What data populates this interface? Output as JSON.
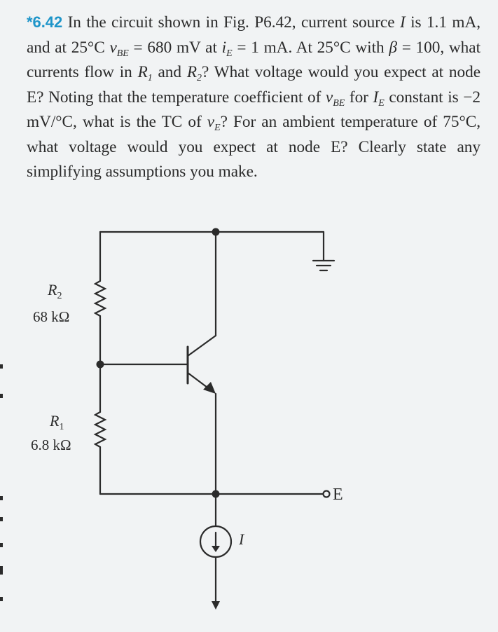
{
  "problem": {
    "number": "*6.42",
    "t1": " In the circuit shown in Fig. P6.42, current source ",
    "t2": " is 1.1 mA, and at 25°C ",
    "t3": " = 680 mV at ",
    "t4": " = 1 mA. At 25°C with ",
    "t5": " = 100, what currents flow in ",
    "t6": " and ",
    "t7": "? What voltage would you expect at node E? Noting that the temperature coefficient of ",
    "t8": " for ",
    "t9": " constant is −2 mV/°C, what is the TC of ",
    "t10": "? For an ambient temperature of 75°C, what voltage would you expect at node E? Clearly state any simplifying assumptions you make.",
    "sym_I": "I",
    "sym_v": "v",
    "sym_BE": "BE",
    "sym_i": "i",
    "sym_E": "E",
    "sym_beta": "β",
    "sym_R": "R",
    "sym_1": "1",
    "sym_2": "2"
  },
  "circuit": {
    "r2_symbol": "R",
    "r2_sub": "2",
    "r2_value": "68 kΩ",
    "r1_symbol": "R",
    "r1_sub": "1",
    "r1_value": "6.8 kΩ",
    "node_e_label": "E",
    "source_label": "I"
  },
  "colors": {
    "accent": "#1e95c9",
    "background": "#f1f3f4",
    "ink": "#2b2b2b"
  }
}
